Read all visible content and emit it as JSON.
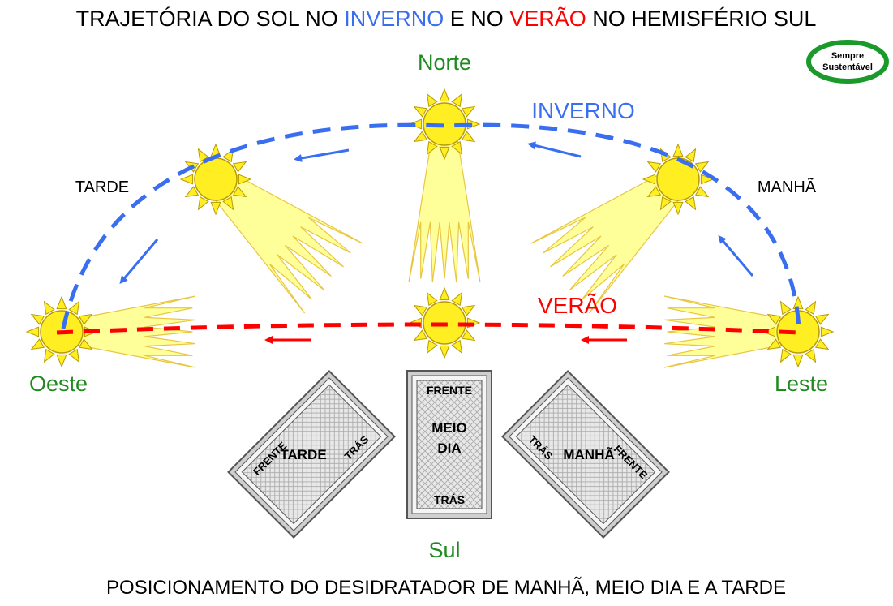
{
  "title": {
    "part1": "TRAJETÓRIA DO SOL NO ",
    "inverno": "INVERNO",
    "part2": " E NO ",
    "verao": "VERÃO",
    "part3": " NO HEMISFÉRIO SUL"
  },
  "logo": {
    "line1": "Sempre",
    "line2": "Sustentável"
  },
  "directions": {
    "north": "Norte",
    "south": "Sul",
    "west": "Oeste",
    "east": "Leste"
  },
  "paths": {
    "winter": "INVERNO",
    "summer": "VERÃO"
  },
  "times": {
    "afternoon": "TARDE",
    "morning": "MANHÃ"
  },
  "dehydrators": {
    "afternoon": {
      "front": "FRENTE",
      "label": "TARDE",
      "back": "TRÁS"
    },
    "noon": {
      "front": "FRENTE",
      "label_line1": "MEIO",
      "label_line2": "DIA",
      "back": "TRÁS"
    },
    "morning": {
      "front": "FRENTE",
      "label": "MANHÃ",
      "back": "TRÁS"
    }
  },
  "caption": "POSICIONAMENTO DO DESIDRATADOR DE MANHÃ, MEIO DIA E A TARDE",
  "colors": {
    "winter": "#3a6ef0",
    "summer": "#ff0000",
    "direction": "#1f8a1f",
    "sun_fill": "#ffee22",
    "sun_stroke": "#b89a00",
    "ray_fill": "#ffff99"
  },
  "icons": [
    "sun-icon",
    "arrow-icon",
    "dehydrator-icon",
    "logo-icon"
  ]
}
